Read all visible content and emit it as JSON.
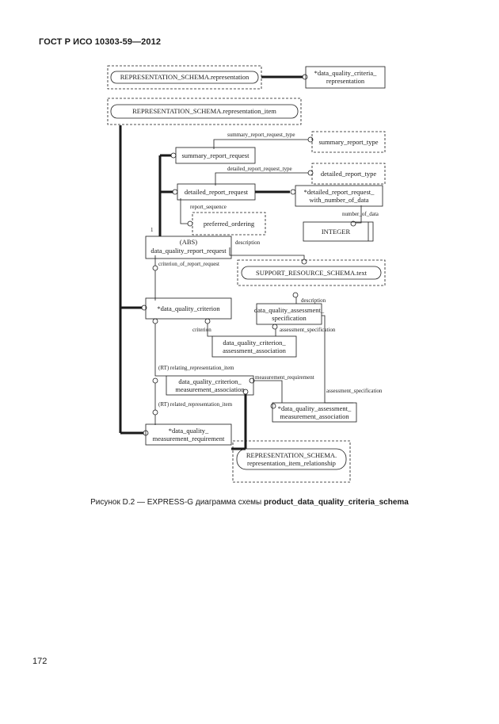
{
  "header": {
    "standard": "ГОСТ Р ИСО 10303-59—2012"
  },
  "diagram": {
    "boxes": {
      "rep_schema_representation": "REPRESENTATION_SCHEMA.representation",
      "dq_criteria_representation": [
        "*data_quality_criteria_",
        "representation"
      ],
      "rep_schema_representation_item": "REPRESENTATION_SCHEMA.representation_item",
      "summary_report_request": "summary_report_request",
      "summary_report_type": "summary_report_type",
      "detailed_report_request": "detailed_report_request",
      "detailed_report_type": "detailed_report_type",
      "detailed_report_request_with_number": [
        "*detailed_report_request_",
        "with_number_of_data"
      ],
      "preferred_ordering": "preferred_ordering",
      "integer": "INTEGER",
      "data_quality_report_request": [
        "(ABS)",
        "data_quality_report_request"
      ],
      "support_resource_text": "SUPPORT_RESOURCE_SCHEMA.text",
      "data_quality_criterion": "*data_quality_criterion",
      "dq_assessment_specification": [
        "data_quality_assessment_",
        "specification"
      ],
      "dq_criterion_assessment_association": [
        "data_quality_criterion_",
        "assessment_association"
      ],
      "dq_criterion_measurement_association": [
        "data_quality_criterion_",
        "measurement_association"
      ],
      "dq_assessment_measurement_association": [
        "*data_quality_assessment_",
        "measurement_association"
      ],
      "dq_measurement_requirement": [
        "*data_quality_",
        "measurement_requirement"
      ],
      "rep_schema_item_relationship": [
        "REPRESENTATION_SCHEMA.",
        "representation_item_relationship"
      ]
    },
    "labels": {
      "summary_report_request_type": "summary_report_request_type",
      "detailed_report_request_type": "detailed_report_request_type",
      "report_sequence": "report_sequence",
      "number_of_data": "number_of_data",
      "description_1": "description",
      "criterion_of_report_request": "criterion_of_report_request",
      "description_2": "description",
      "assessment_specification_1": "assessment_specification",
      "criterion": "criterion",
      "relating_representation_item": "(RT) relating_representation_item",
      "measurement_requirement": "measurement_requirement",
      "assessment_specification_2": "assessment_specification",
      "related_representation_item": "(RT) related_representation_item",
      "abs_marker": "1"
    }
  },
  "caption": {
    "prefix": "Рисунок D.2 — EXPRESS-G диаграмма схемы ",
    "schema_name": "product_data_quality_criteria_schema"
  },
  "page_number": "172"
}
